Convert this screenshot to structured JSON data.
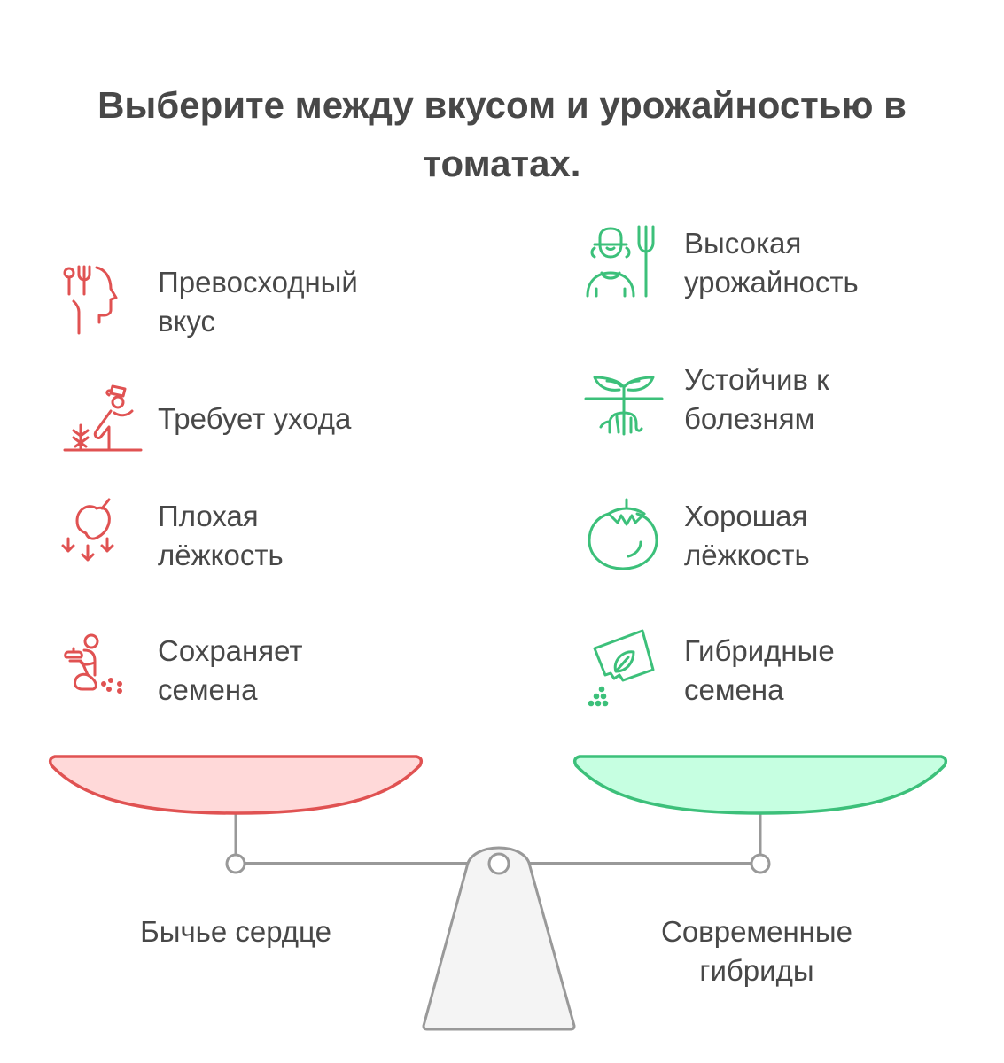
{
  "title": "Выберите между вкусом и урожайностью в томатах.",
  "colors": {
    "left_accent": "#e05252",
    "left_fill": "#ffd9d9",
    "right_accent": "#3cc07a",
    "right_fill": "#c6ffe1",
    "neutral": "#999999",
    "fulcrum_fill": "#f4f4f4",
    "text": "#484848"
  },
  "left": {
    "name": "Бычье сердце",
    "items": [
      {
        "label": "Превосходный\nвкус",
        "icon": "taste-head-icon"
      },
      {
        "label": "Требует ухода",
        "icon": "gardener-care-icon"
      },
      {
        "label": "Плохая\nлёжкость",
        "icon": "falling-apple-icon"
      },
      {
        "label": "Сохраняет\nсемена",
        "icon": "saving-seeds-icon"
      }
    ]
  },
  "right": {
    "name": "Современные\nгибриды",
    "items": [
      {
        "label": "Высокая\nурожайность",
        "icon": "farmer-pitchfork-icon"
      },
      {
        "label": "Устойчив к\nболезням",
        "icon": "sprout-roots-icon"
      },
      {
        "label": "Хорошая\nлёжкость",
        "icon": "tomato-icon"
      },
      {
        "label": "Гибридные\nсемена",
        "icon": "seed-packet-icon"
      }
    ]
  }
}
